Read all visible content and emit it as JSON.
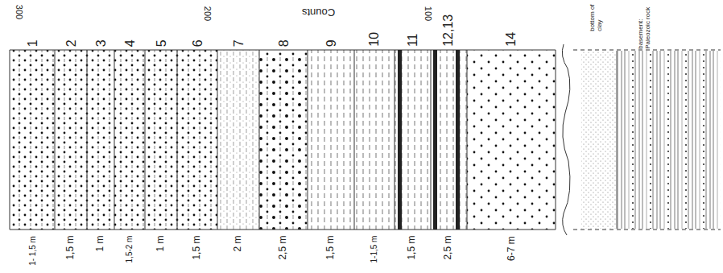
{
  "diagram": {
    "labels": [
      "300",
      "200",
      "Counts",
      "100",
      "1",
      "2",
      "3",
      "4",
      "5",
      "6",
      "7",
      "8",
      "9",
      "10",
      "11",
      "12,13",
      "14",
      "1- 1,5 m",
      "1,5 m",
      "1 m",
      "1,5-2 m",
      "1 m",
      "1,5 m",
      "2 m",
      "2,5 m",
      "1,5 m",
      "1-1,5 m",
      "1,5 m",
      "2,5 m",
      "6-7 m",
      "bottom of clay",
      "basement: Paleozoic rock"
    ]
  }
}
